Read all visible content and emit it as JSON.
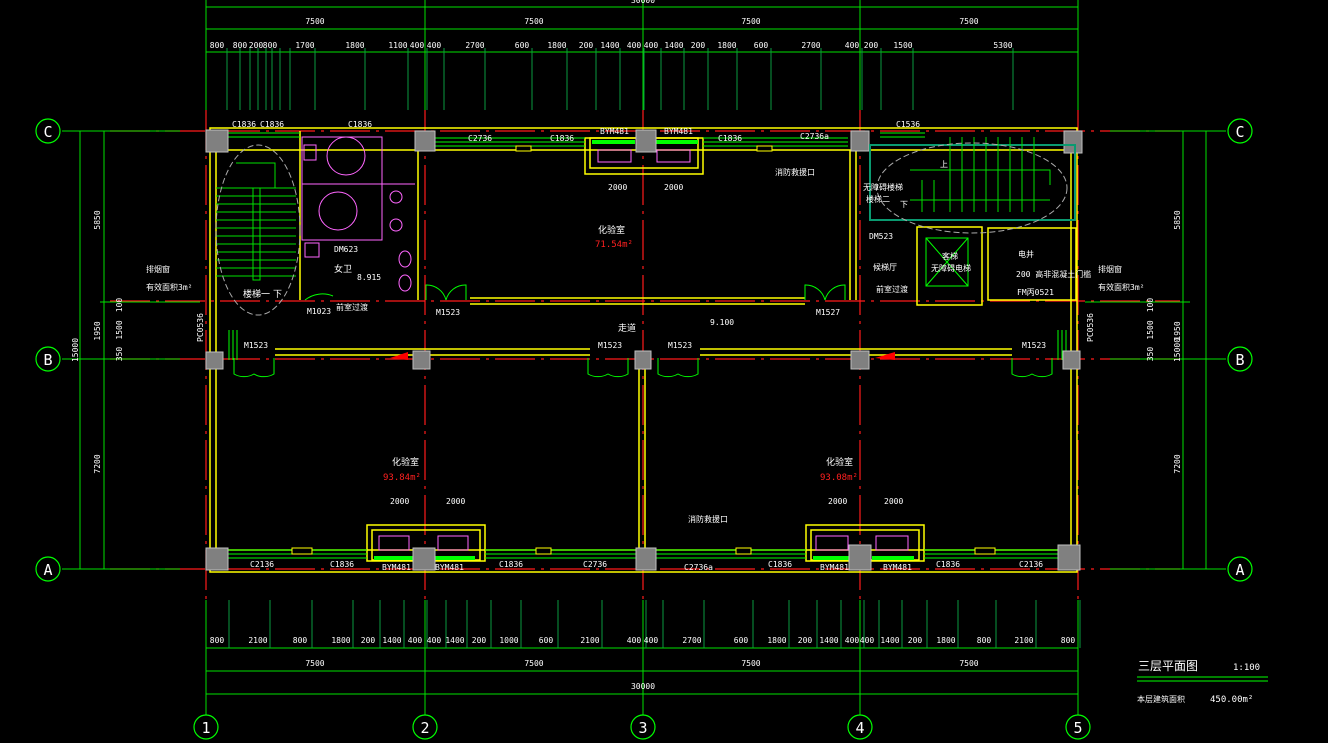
{
  "title_block": {
    "title": "三层平面图",
    "scale": "1:100",
    "area_label": "本层建筑面积",
    "area": "450.00m²"
  },
  "axes": {
    "columns": [
      "1",
      "2",
      "3",
      "4",
      "5"
    ],
    "rows": [
      "A",
      "B",
      "C"
    ]
  },
  "dims_top": {
    "total": "30000",
    "bays": [
      "7500",
      "7500",
      "7500",
      "7500"
    ],
    "details": [
      "800",
      "800",
      "200",
      "800",
      "1700",
      "1800",
      "1100",
      "400",
      "400",
      "2700",
      "600",
      "1800",
      "200",
      "1400",
      "400",
      "400",
      "1400",
      "200",
      "1800",
      "600",
      "2700",
      "400",
      "200",
      "1500",
      "5300"
    ]
  },
  "dims_bottom": {
    "total": "30000",
    "bays": [
      "7500",
      "7500",
      "7500",
      "7500"
    ],
    "details": [
      "800",
      "2100",
      "800",
      "1800",
      "200",
      "1400",
      "400",
      "400",
      "1400",
      "200",
      "1000",
      "600",
      "2100",
      "400",
      "400",
      "2700",
      "600",
      "1800",
      "200",
      "1400",
      "400",
      "400",
      "1400",
      "200",
      "1800",
      "800",
      "2100",
      "800"
    ]
  },
  "dims_left": {
    "total": "15000",
    "segments": [
      "5850",
      "1950",
      "7200"
    ],
    "small": [
      "100",
      "1500",
      "350"
    ]
  },
  "dims_right": {
    "total": "15000",
    "segments": [
      "5850",
      "1950",
      "7200"
    ],
    "small": [
      "100",
      "1500",
      "350"
    ]
  },
  "rooms": {
    "top_room": {
      "name": "化验室",
      "area": "71.54m²"
    },
    "bottom_left": {
      "name": "化验室",
      "area": "93.84m²"
    },
    "bottom_right": {
      "name": "化验室",
      "area": "93.08m²"
    },
    "corridor": {
      "name": "走道",
      "elev": "9.100"
    },
    "stair_one": {
      "name": "楼梯一",
      "dir": "下"
    },
    "toilet": {
      "name": "女卫",
      "elev": "8.915"
    },
    "stair_two": {
      "name1": "无障碍楼梯",
      "name2": "楼梯二",
      "up": "上",
      "down": "下"
    },
    "lobby": {
      "name": "候梯厅",
      "sub": "前室过渡"
    },
    "elevator": {
      "name1": "客梯",
      "name2": "无障碍电梯"
    },
    "shaft": {
      "name": "电井",
      "note": "200 高非混凝土门槛",
      "door": "FM丙0521"
    },
    "transition_left": "前室过渡"
  },
  "openings": {
    "c1836": "C1836",
    "c2736": "C2736",
    "c2736a": "C2736a",
    "c1536": "C1536",
    "c2136": "C2136",
    "bym481": "BYM481",
    "m1523": "M1523",
    "m1527": "M1527",
    "m1023": "M1023",
    "dm623": "DM623",
    "dm523": "DM523",
    "pc0536": "PC0536",
    "rescue": "消防救援口",
    "smoke_left": "排烟窗",
    "smoke_right": "排烟窗",
    "eff_area": "有效面积3m²",
    "eff_area_r": "有效面积3m²"
  },
  "equip_dims": {
    "w1": "2000",
    "w2": "2000"
  },
  "colors": {
    "bg": "#000000",
    "grid": "#ff0000",
    "dim": "#00ff00",
    "wall": "#ffff00",
    "column": "#808080",
    "fixture": "#ff66ff"
  }
}
